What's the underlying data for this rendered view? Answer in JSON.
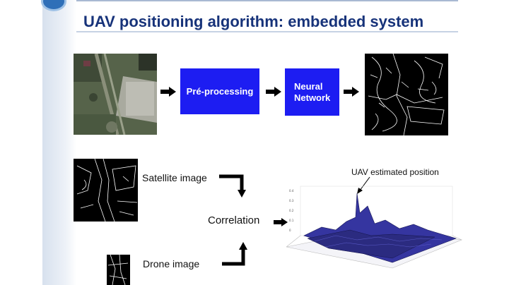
{
  "slide": {
    "title": "UAV positioning algorithm: embedded system"
  },
  "pipeline": {
    "step1": "Pré-processing",
    "step2_line1": "Neural",
    "step2_line2": "Network"
  },
  "correlation": {
    "satellite_label": "Satellite image",
    "drone_label": "Drone image",
    "correlation_label": "Correlation",
    "annotation": "UAV estimated position"
  },
  "colors": {
    "title": "#17337a",
    "process_box": "#1d1df2",
    "surface": "#3a3aa8"
  }
}
